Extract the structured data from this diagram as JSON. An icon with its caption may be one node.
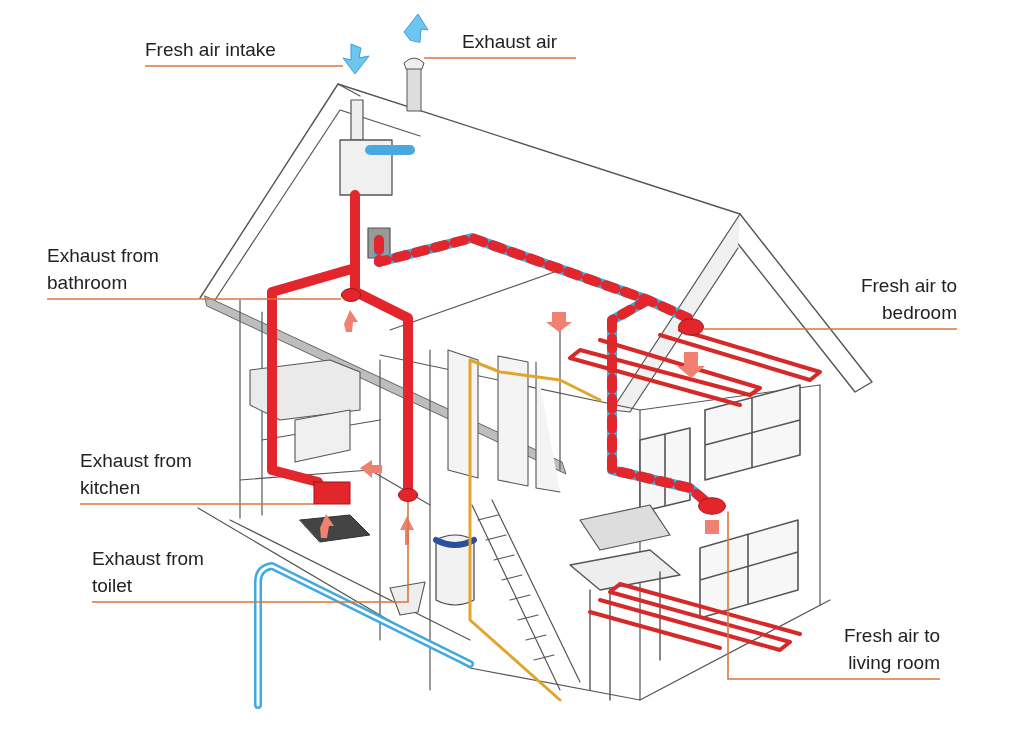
{
  "diagram": {
    "nodes": [
      {
        "text": [
          "Fresh air intake"
        ]
      },
      {
        "text": [
          "Exhaust air"
        ]
      },
      {
        "text": [
          "Exhaust from bathroom"
        ]
      },
      {
        "text": [
          "Fresh air to bedroom"
        ]
      },
      {
        "text": [
          "Exhaust from kitchen"
        ]
      },
      {
        "text": [
          "Exhaust from toilet"
        ]
      },
      {
        "text": [
          "Fresh air to living room"
        ]
      },
      {
        "text": [],
        "shape": "arrow"
      },
      {
        "text": [],
        "shape": "cylinder"
      },
      {
        "text": [],
        "shape": "circle"
      },
      {
        "text": [],
        "shape": "circle"
      },
      {
        "text": [],
        "shape": "box"
      },
      {
        "text": [],
        "shape": "circle"
      },
      {
        "text": [],
        "shape": "circle"
      }
    ],
    "edges": [
      {
        "from": 0,
        "to": 7,
        "arrow": "none"
      },
      {
        "from": 1,
        "to": 8,
        "arrow": "none"
      },
      {
        "from": 2,
        "to": 9,
        "arrow": "none"
      },
      {
        "from": 3,
        "to": 10,
        "arrow": "none"
      },
      {
        "from": 4,
        "to": 11,
        "arrow": "none"
      },
      {
        "from": 5,
        "to": 12,
        "arrow": "none"
      },
      {
        "from": 6,
        "to": 13,
        "arrow": "none"
      }
    ]
  }
}
